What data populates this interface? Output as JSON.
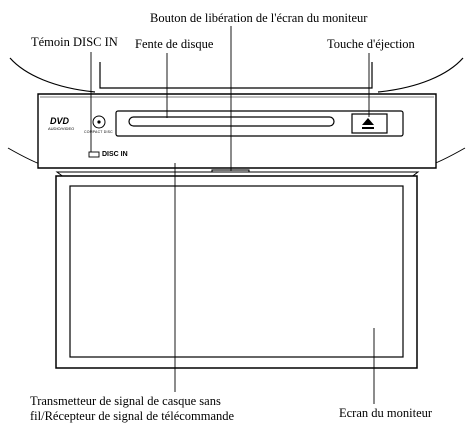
{
  "labels": {
    "release_button": "Bouton de libération de l'écran du moniteur",
    "disc_in_indicator": "Témoin DISC IN",
    "disc_slot": "Fente de disque",
    "eject_button": "Touche d'éjection",
    "headphone_transmitter_line1": "Transmetteur de signal de casque sans",
    "headphone_transmitter_line2": "fil/Récepteur de signal de télécommande",
    "monitor_screen": "Ecran du moniteur"
  },
  "panel": {
    "disc_in_text": "DISC IN",
    "dvd_logo": "DVD",
    "dvd_logo_sub": "AUDIO/VIDEO",
    "disc_logo": "COMPACT DISC"
  },
  "icons": {
    "eject": "eject-icon"
  }
}
